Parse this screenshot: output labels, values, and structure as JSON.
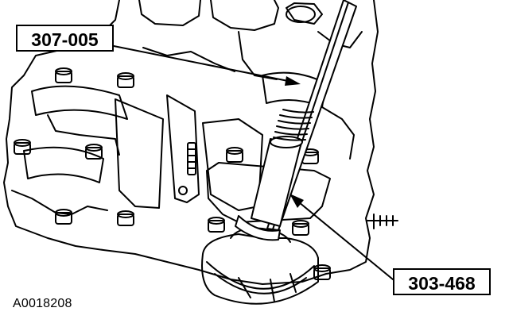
{
  "callouts": {
    "tool_1": "307-005",
    "tool_2": "303-468"
  },
  "figure_id": "A0018208",
  "colors": {
    "ink": "#000000",
    "paper": "#ffffff",
    "shade": "#d9d9d9"
  }
}
